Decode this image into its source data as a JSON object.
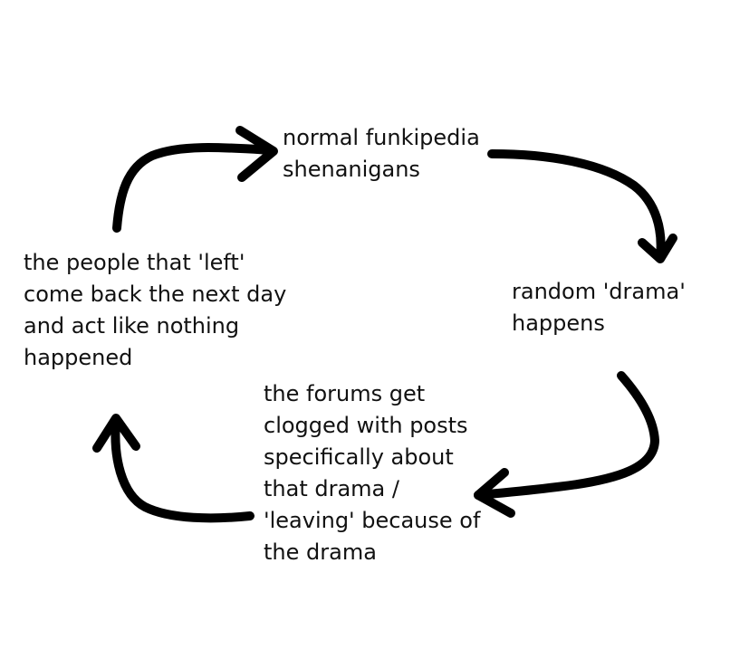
{
  "diagram": {
    "type": "cycle",
    "stroke_color": "#000000",
    "background_color": "#ffffff",
    "nodes": [
      {
        "id": "top",
        "text": "normal funkipedia\nshenanigans"
      },
      {
        "id": "right",
        "text": "random 'drama'\nhappens"
      },
      {
        "id": "bottom",
        "text": "the forums get\nclogged with posts\nspecifically about\nthat drama /\n'leaving' because of\nthe drama"
      },
      {
        "id": "left",
        "text": "the people that 'left'\ncome back the next day\nand act like nothing\nhappened"
      }
    ],
    "edges": [
      {
        "from": "top",
        "to": "right"
      },
      {
        "from": "right",
        "to": "bottom"
      },
      {
        "from": "bottom",
        "to": "left"
      },
      {
        "from": "left",
        "to": "top"
      }
    ]
  }
}
